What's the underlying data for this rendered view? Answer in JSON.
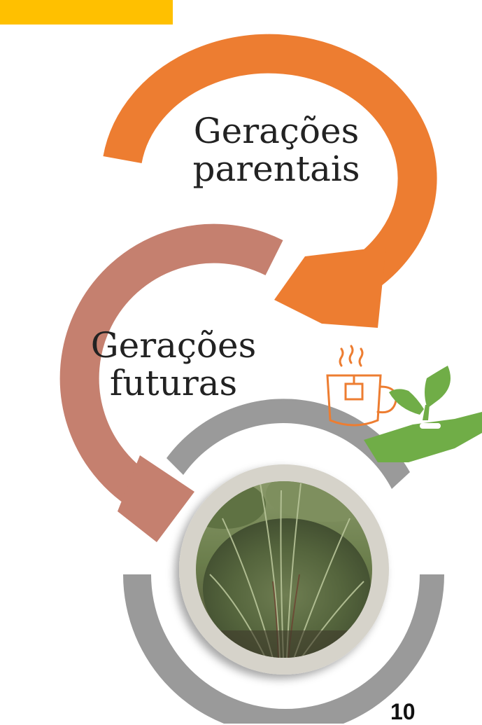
{
  "cycle": {
    "top_label_line1": "Gerações",
    "top_label_line2": "parentais",
    "bottom_label_line1": "Gerações",
    "bottom_label_line2": "futuras"
  },
  "page_number": "10",
  "colors": {
    "accent_bar": "#FFC000",
    "orange_arrow": "#ED7D31",
    "rose_arrow": "#C5806F",
    "gray_ring": "#9A9A9A",
    "photo_frame": "#D6D3CA",
    "hand_green": "#70AD47"
  },
  "icons": {
    "tea_cup": "tea-cup-icon",
    "hand_plant": "hand-plant-icon"
  }
}
